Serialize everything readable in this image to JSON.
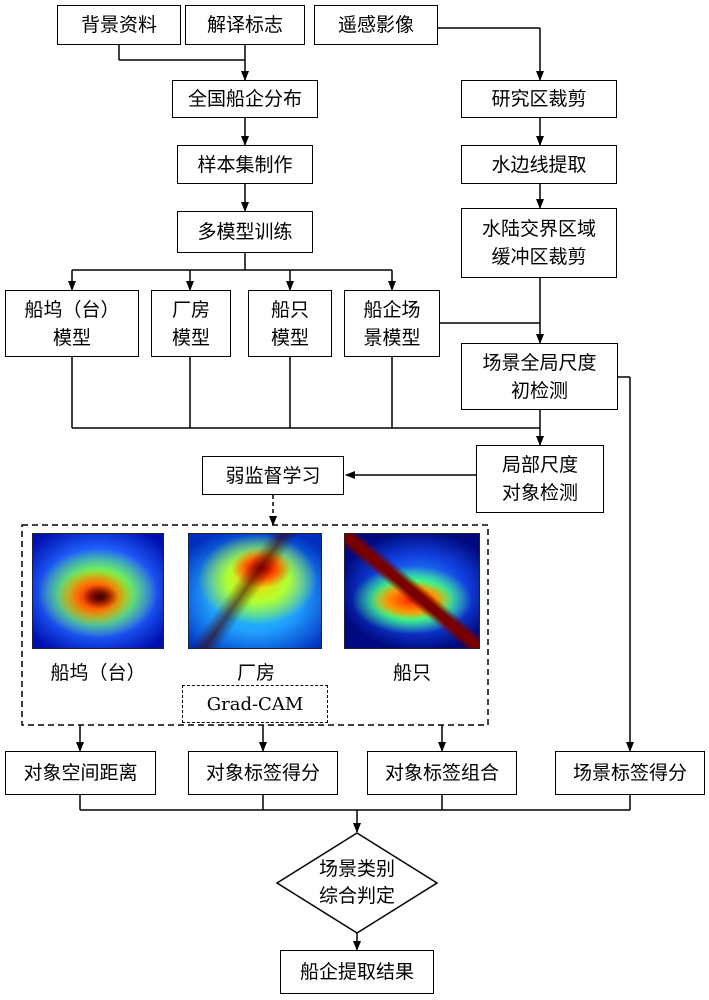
{
  "nodes": {
    "background": "背景资料",
    "interpret": "解译标志",
    "remote": "遥感影像",
    "distribution": "全国船企分布",
    "sample": "样本集制作",
    "training": "多模型训练",
    "crop_region": "研究区裁剪",
    "waterline": "水边线提取",
    "buffer": "水陆交界区域\n缓冲区裁剪",
    "dock_model": "船坞（台）\n模型",
    "factory_model": "厂房\n模型",
    "ship_model": "船只\n模型",
    "scene_model": "船企场\n景模型",
    "global_detect": "场景全局尺度\n初检测",
    "local_detect": "局部尺度\n对象检测",
    "weak": "弱监督学习",
    "dist": "对象空间距离",
    "label_score": "对象标签得分",
    "label_combo": "对象标签组合",
    "scene_score": "场景标签得分",
    "judge": "场景类别\n综合判定",
    "result": "船企提取结果"
  },
  "heatmaps": {
    "dock_caption": "船坞（台）",
    "factory_caption": "厂房",
    "ship_caption": "船只",
    "gradcam": "Grad-CAM"
  }
}
